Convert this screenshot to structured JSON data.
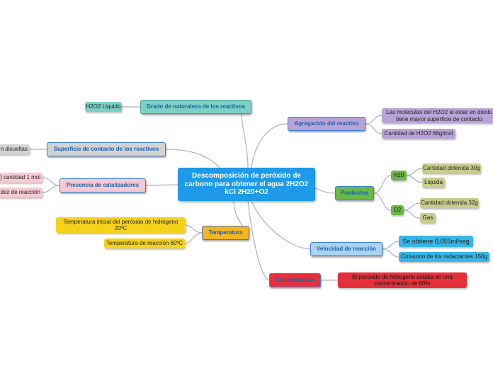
{
  "central": {
    "title": "Descomposición de peróxido de carbono para obtener el agua 2H2O2 kCl 2H20+O2"
  },
  "topics": {
    "grado": {
      "label": "Grado de naturaleza de los reactivos",
      "child": "H2O2 Liquido"
    },
    "superficie": {
      "label": "Superficie de contacto de los reactivos",
      "child": "n disueltas"
    },
    "catalizadores": {
      "label": "Presencia de catalizadores",
      "children": [
        ") cantidad 1 mol",
        "idez de reacción"
      ]
    },
    "temperatura": {
      "label": "Temperatura",
      "children": [
        "Temperatura inicial del peróxido de hidrógeno 20ºC",
        "Temperatura de reacción 60ºC"
      ]
    },
    "agregacion": {
      "label": "Agregación del reactivo",
      "children": [
        "Las moleculas del H2O2 al estar en disolu tiene mayor superficie de contacto",
        "Cantidad de H2O2 68g/mol"
      ]
    },
    "productos": {
      "label": "Productos",
      "h20": {
        "label": "H20",
        "children": [
          "Cantidad obtenida 30g",
          "Liquida"
        ]
      },
      "o2": {
        "label": "O2",
        "children": [
          "Cantidad obtenida 32g",
          "Gas"
        ]
      }
    },
    "velocidad": {
      "label": "Velocidad de reacción",
      "children": [
        "Se obtiene 0,055ml/seg",
        "Consumo de los redactantes 150g"
      ]
    },
    "concentracion": {
      "label": "Concentración",
      "child": "El peroxido de hidrogeno estaba en una concentracion de 60%"
    }
  },
  "colors": {
    "center": "#1e9ae8",
    "grado": "#7ecfc4",
    "superficie": "#d3d3d3",
    "catalizadores": "#f7c9d4",
    "temperatura": "#f6b51e",
    "agregacion": "#b8a3d8",
    "productos": "#6ab945",
    "velocidad": "#a9d3f2",
    "concentracion": "#e5303c",
    "olive": "#c8cc8c",
    "link": "#aab2c4"
  }
}
